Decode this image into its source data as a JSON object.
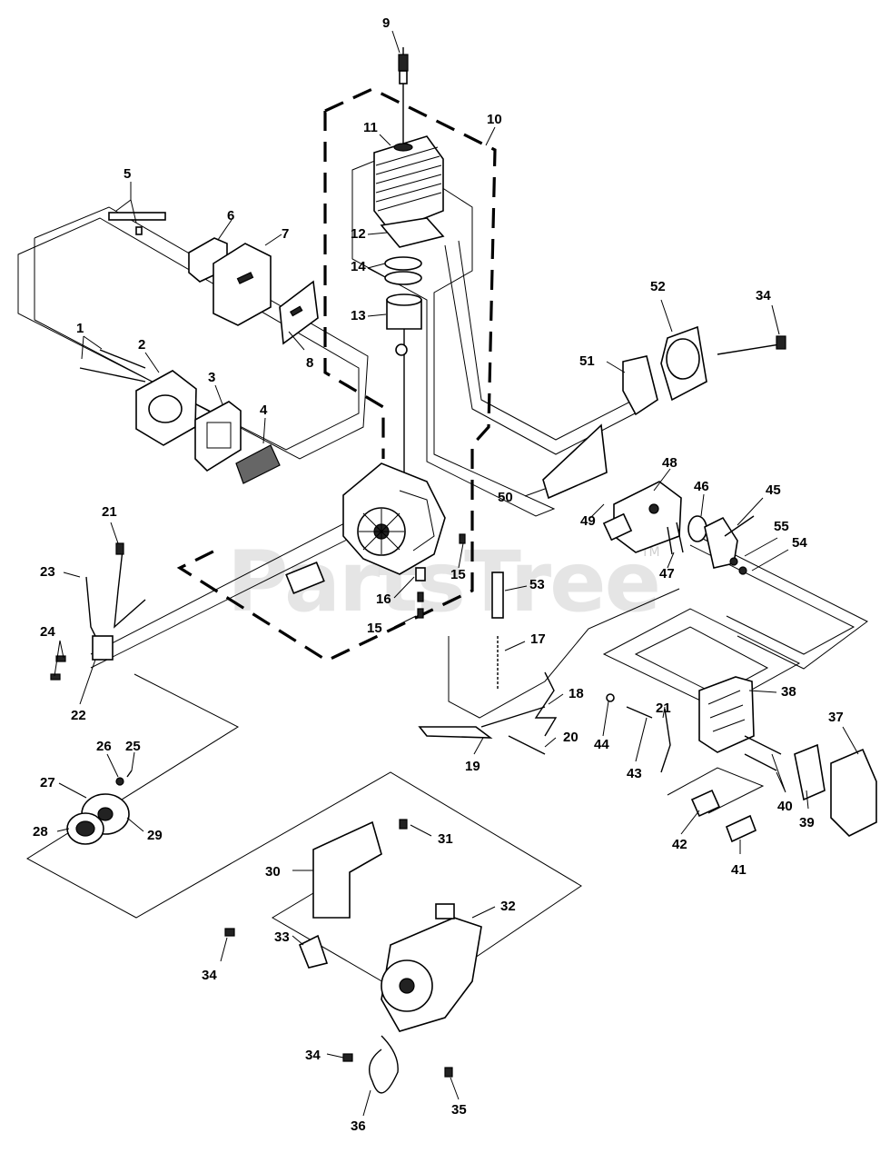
{
  "watermark": {
    "text": "PartsTree",
    "tm": "TM"
  },
  "callouts": [
    {
      "id": "9",
      "text": "9"
    },
    {
      "id": "10",
      "text": "10"
    },
    {
      "id": "11",
      "text": "11"
    },
    {
      "id": "5",
      "text": "5"
    },
    {
      "id": "6",
      "text": "6"
    },
    {
      "id": "7",
      "text": "7"
    },
    {
      "id": "12",
      "text": "12"
    },
    {
      "id": "14",
      "text": "14"
    },
    {
      "id": "13",
      "text": "13"
    },
    {
      "id": "8",
      "text": "8"
    },
    {
      "id": "52",
      "text": "52"
    },
    {
      "id": "34a",
      "text": "34"
    },
    {
      "id": "1",
      "text": "1"
    },
    {
      "id": "2",
      "text": "2"
    },
    {
      "id": "3",
      "text": "3"
    },
    {
      "id": "4",
      "text": "4"
    },
    {
      "id": "51",
      "text": "51"
    },
    {
      "id": "48",
      "text": "48"
    },
    {
      "id": "46",
      "text": "46"
    },
    {
      "id": "45",
      "text": "45"
    },
    {
      "id": "50",
      "text": "50"
    },
    {
      "id": "49",
      "text": "49"
    },
    {
      "id": "55",
      "text": "55"
    },
    {
      "id": "54",
      "text": "54"
    },
    {
      "id": "47",
      "text": "47"
    },
    {
      "id": "21a",
      "text": "21"
    },
    {
      "id": "23",
      "text": "23"
    },
    {
      "id": "15a",
      "text": "15"
    },
    {
      "id": "16",
      "text": "16"
    },
    {
      "id": "53",
      "text": "53"
    },
    {
      "id": "15b",
      "text": "15"
    },
    {
      "id": "24",
      "text": "24"
    },
    {
      "id": "17",
      "text": "17"
    },
    {
      "id": "22",
      "text": "22"
    },
    {
      "id": "38",
      "text": "38"
    },
    {
      "id": "18",
      "text": "18"
    },
    {
      "id": "21b",
      "text": "21"
    },
    {
      "id": "37",
      "text": "37"
    },
    {
      "id": "26",
      "text": "26"
    },
    {
      "id": "25",
      "text": "25"
    },
    {
      "id": "44",
      "text": "44"
    },
    {
      "id": "20",
      "text": "20"
    },
    {
      "id": "19",
      "text": "19"
    },
    {
      "id": "43",
      "text": "43"
    },
    {
      "id": "27",
      "text": "27"
    },
    {
      "id": "40",
      "text": "40"
    },
    {
      "id": "28",
      "text": "28"
    },
    {
      "id": "29",
      "text": "29"
    },
    {
      "id": "39",
      "text": "39"
    },
    {
      "id": "42",
      "text": "42"
    },
    {
      "id": "41",
      "text": "41"
    },
    {
      "id": "31",
      "text": "31"
    },
    {
      "id": "30",
      "text": "30"
    },
    {
      "id": "32",
      "text": "32"
    },
    {
      "id": "34b",
      "text": "34"
    },
    {
      "id": "33",
      "text": "33"
    },
    {
      "id": "34c",
      "text": "34"
    },
    {
      "id": "35",
      "text": "35"
    },
    {
      "id": "36",
      "text": "36"
    }
  ]
}
